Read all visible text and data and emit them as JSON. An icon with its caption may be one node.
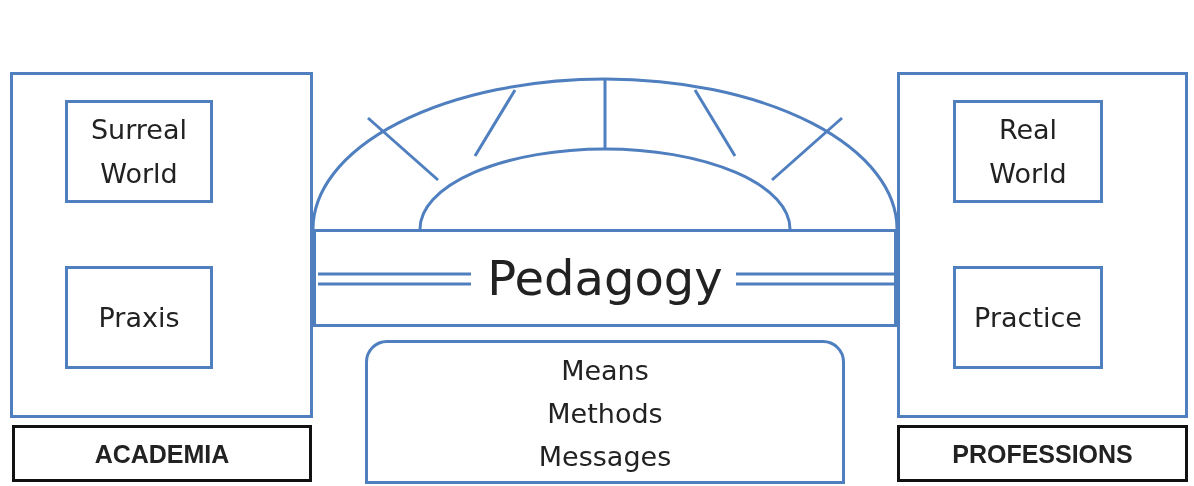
{
  "diagram": {
    "nodes": [
      {
        "text": [],
        "shape": "box"
      },
      {
        "text": [
          "Surreal World"
        ],
        "in": 0
      },
      {
        "text": [
          "Praxis"
        ],
        "in": 0
      },
      {
        "text": [],
        "shape": "box"
      },
      {
        "text": [
          "Real World"
        ],
        "in": 3
      },
      {
        "text": [
          "Practice"
        ],
        "in": 3
      },
      {
        "text": [
          "Pedagogy"
        ]
      },
      {
        "text": [
          "Means Methods Messages"
        ]
      },
      {
        "text": [
          "ACADEMIA"
        ]
      },
      {
        "text": [
          "PROFESSIONS"
        ]
      }
    ],
    "edges": []
  }
}
